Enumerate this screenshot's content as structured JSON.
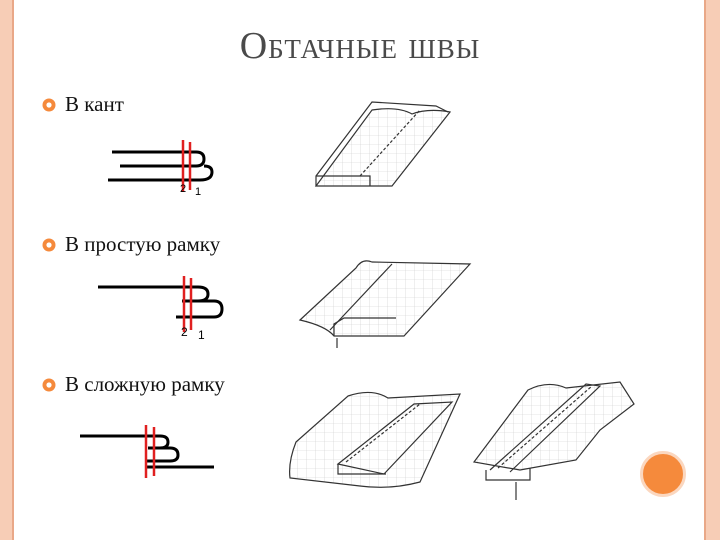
{
  "title": "Обтачные швы",
  "items": [
    {
      "label": "В кант",
      "n1": "2",
      "n2": "1"
    },
    {
      "label": "В простую рамку",
      "n1": "2",
      "n2": "1"
    },
    {
      "label": "В сложную рамку"
    }
  ],
  "colors": {
    "frame": "#f7cdb6",
    "accent": "#f58a3c",
    "stitch": "#e02020"
  },
  "icons": [
    "bullet-sun-icon"
  ]
}
